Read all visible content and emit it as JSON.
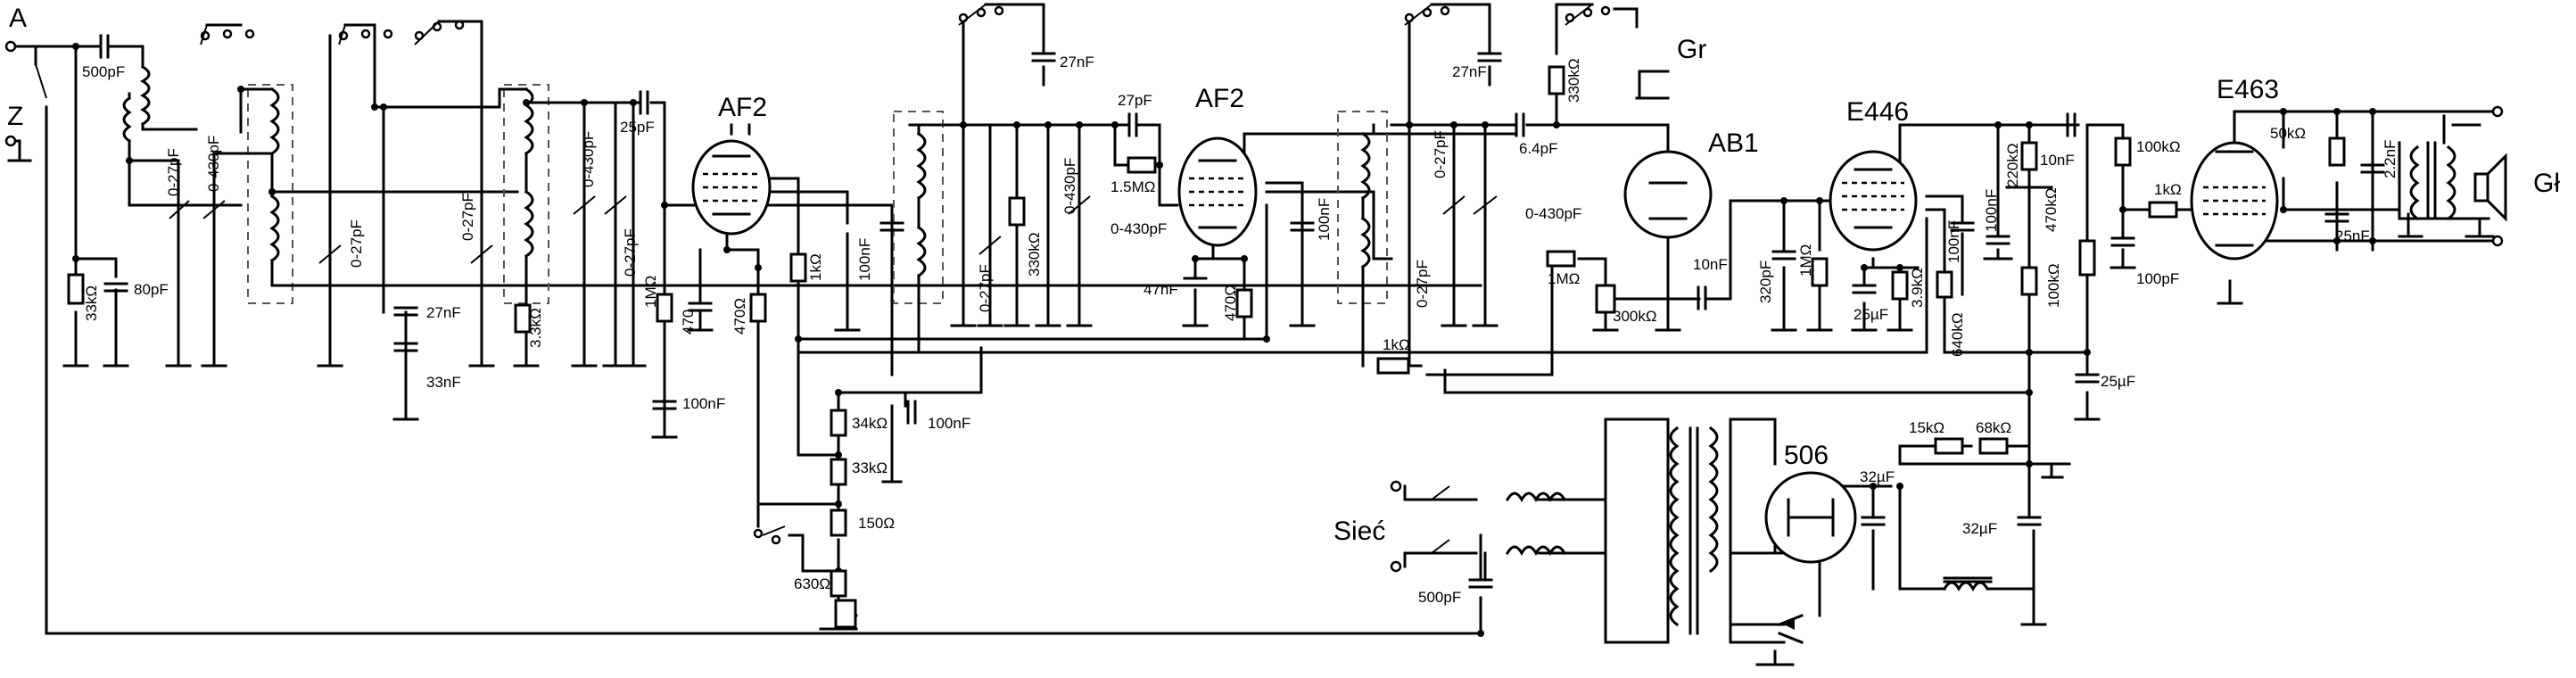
{
  "terminals": {
    "antenna": "A",
    "ground": "Z",
    "loudspeaker_out": "Gł",
    "pickup": "Gr",
    "mains": "Sieć"
  },
  "tubes": {
    "rf_amp": "AF2",
    "if_amp": "AF2",
    "detector": "AB1",
    "af_amp": "E446",
    "output": "E463",
    "rectifier": "506"
  },
  "components": {
    "c_ant_coupling": "500pF",
    "c_ant_trim": "80pF",
    "r_ant": "33kΩ",
    "trim_1": "0-27pF",
    "var_1": "0-430pF",
    "trim_2": "0-27pF",
    "c_27nf_1": "27nF",
    "c_33nf": "33nF",
    "trim_3": "0-27pF",
    "r_3k3": "3.3kΩ",
    "var_2": "0-430pF",
    "trim_4": "0-27pF",
    "c_grid_1": "25pF",
    "r_grid_1": "1MΩ",
    "c_470": "470",
    "r_470": "470Ω",
    "r_1k_a": "1kΩ",
    "c_100nf_a": "100nF",
    "c_100nf_b": "100nF",
    "r_34k": "34kΩ",
    "c_100nf_c": "100nF",
    "r_33k_b": "33kΩ",
    "r_150": "150Ω",
    "r_630": "630Ω",
    "c_27nf_2": "27nF",
    "trim_5": "0-27pF",
    "r_330k_a": "330kΩ",
    "var_3": "0-430pF",
    "c_27pf": "27pF",
    "r_1m5": "1.5MΩ",
    "var_3b": "0-430pF",
    "c_47nf": "47nF",
    "r_470_b": "470Ω",
    "c_100nf_d": "100nF",
    "c_27nf_3": "27nF",
    "trim_6": "0-27pF",
    "var_4": "0-430pF",
    "trim_7": "0-27pF",
    "c_6p4": "6.4pF",
    "r_330k_b": "330kΩ",
    "r_1m_b": "1MΩ",
    "pot_300k": "300kΩ",
    "c_10nf_a": "10nF",
    "r_1k_b": "1kΩ",
    "c_320pf": "320pF",
    "r_1m_c": "1MΩ",
    "c_25uf_a": "25µF",
    "r_3k9": "3.9kΩ",
    "c_100nf_e": "100nF",
    "r_640k": "640kΩ",
    "r_220k": "220kΩ",
    "c_100nf_f": "100nF",
    "c_10nf_b": "10nF",
    "r_470k": "470kΩ",
    "r_100k_a": "100kΩ",
    "r_100k_b": "100kΩ",
    "r_1k_c": "1kΩ",
    "c_100pf": "100pF",
    "c_25uf_b": "25µF",
    "pot_50k": "50kΩ",
    "c_2n2": "2.2nF",
    "c_25nf": "25nF",
    "r_15k": "15kΩ",
    "r_68k": "68kΩ",
    "c_32uf_a": "32µF",
    "c_32uf_b": "32µF",
    "c_500pf_mains": "500pF"
  },
  "colors": {
    "ink": "#000000",
    "paper": "#ffffff",
    "shield": "#555555"
  }
}
